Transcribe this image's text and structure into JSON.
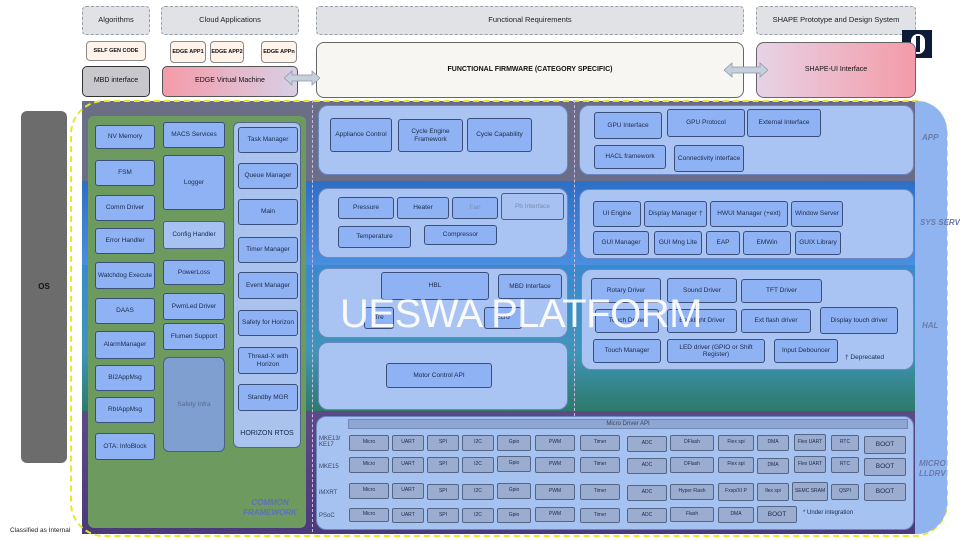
{
  "headers": {
    "algorithms": "Algorithms",
    "cloud": "Cloud Applications",
    "functional_requirements": "Functional Requirements",
    "shape": "SHAPE Prototype and Design System"
  },
  "top": {
    "self_gen_code": "SELF GEN CODE",
    "edge_app1": "EDGE APP1",
    "edge_app2": "EDGE APP2",
    "edge_appn": "EDGE APPn",
    "mbd_interface": "MBD interface",
    "edge_vm": "EDGE Virtual Machine",
    "functional_firmware": "FUNCTIONAL FIRMWARE (CATEGORY SPECIFIC)",
    "shape_ui": "SHAPE-UI Interface"
  },
  "os": "OS",
  "watermark": "UESWA PLATFORM",
  "layers": {
    "app": "APP",
    "sys_serv": "SYS SERV",
    "hal": "HAL",
    "micro_lldrv": "MICRO LLDRV"
  },
  "common_framework": "COMMON FRAMEWORK",
  "framework_col1": [
    "NV Memory",
    "FSM",
    "Comm Driver",
    "Error Handler",
    "Watchdog Execute",
    "DAAS",
    "AlarmManager",
    "BI2AppMsg",
    "RbIAppMsg",
    "OTA: InfoBlock"
  ],
  "framework_col2": [
    "MACS Services",
    "Logger",
    "Config Handler",
    "PowerLoss",
    "PwmLed Driver",
    "Flumen Support",
    "Safety Infra"
  ],
  "rtos": {
    "items": [
      "Task Manager",
      "Queue Manager",
      "Main",
      "Timer Manager",
      "Event Manager",
      "Safety for Horizon",
      "Thread-X with Horizon",
      "Standby MGR"
    ],
    "label": "HORIZON RTOS"
  },
  "app_left": [
    "Appliance Control",
    "Cycle Engine Framework",
    "Cycle Capability"
  ],
  "app_right": [
    "GPU Interface",
    "GPU Protocol",
    "External Interface",
    "HACL framework",
    "Connectivity interface"
  ],
  "sys_left": [
    "Pressure",
    "Heater",
    "Fan",
    "Pb Interface",
    "Temperature",
    "Compressor"
  ],
  "sys_right": [
    "UI Engine",
    "Display Manager †",
    "HWUI Manager (+ext)",
    "Window Server",
    "GUI Manager",
    "GUI Mng Lite",
    "EAP",
    "EMWin",
    "GUIX Library"
  ],
  "hal_left": [
    "HBL",
    "MBD Interface",
    "Tre",
    "Ecro",
    "Motor Control API"
  ],
  "hal_right": [
    "Rotary Driver",
    "Sound Driver",
    "TFT Driver",
    "Touch Driver",
    "Backlight Driver",
    "Ext flash driver",
    "Display touch driver",
    "Touch Manager",
    "LED driver (GPIO or Shift Register)",
    "Input Debouncer"
  ],
  "deprecated_note": "† Deprecated",
  "micro": {
    "api": "Micro Driver API",
    "rows": [
      {
        "label": "MKE13/ KE17",
        "cells": [
          "Micro",
          "UART",
          "SPI",
          "I2C",
          "Gpio",
          "PWM",
          "Timer",
          "ADC",
          "DFlash",
          "Flex spi",
          "DMA",
          "Flex UART",
          "RTC",
          "BOOT"
        ]
      },
      {
        "label": "MKE15",
        "cells": [
          "Micro",
          "UART",
          "SPI",
          "I2C",
          "Gpio",
          "PWM",
          "Timer",
          "ADC",
          "DFlash",
          "Flex spi",
          "DMA",
          "Flex UART",
          "RTC",
          "BOOT"
        ]
      },
      {
        "label": "iMXRT",
        "cells": [
          "Micro",
          "UART",
          "SPI",
          "I2C",
          "Gpio",
          "PWM",
          "Timer",
          "ADC",
          "Hyper Flash",
          "Fxsp/XI P",
          "flex spi",
          "SEMC SRAM",
          "QSPI",
          "BOOT"
        ]
      },
      {
        "label": "PSoC",
        "cells": [
          "Micro",
          "UART",
          "SPI",
          "I2C",
          "Gpio",
          "PWM",
          "Timer",
          "ADC",
          "Flash",
          "DMA",
          "BOOT"
        ]
      }
    ],
    "note": "* Under integration"
  },
  "footer": "Classified as Internal"
}
